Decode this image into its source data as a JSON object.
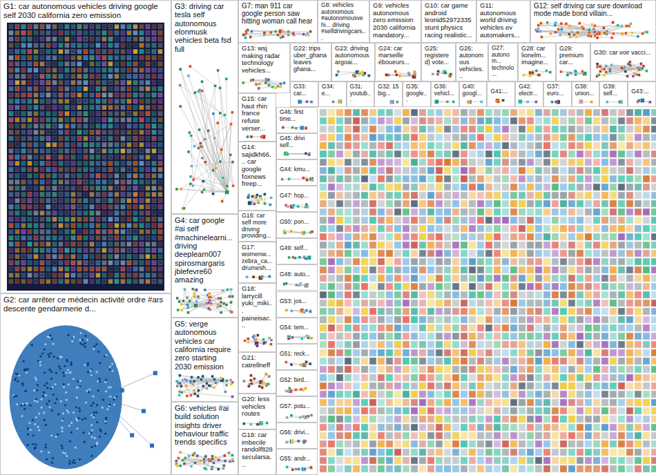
{
  "diagram": {
    "nodes": [
      {
        "text": [
          "G1: car autonomous vehicles driving google self 2030 california zero emission"
        ]
      },
      {
        "text": [
          "G3: driving car tesla self autonomous elonmusk vehicles beta fsd full"
        ]
      },
      {
        "text": [
          "G7: man 911 car google person saw hitting woman call hear"
        ]
      },
      {
        "text": [
          "G8: vehicles autonomous #autonomousvehi... driving #selfdrivingcars..."
        ]
      },
      {
        "text": [
          "G9: vehicles autonomous zero emission 2030 california mandatory..."
        ]
      },
      {
        "text": [
          "G10: car game android leonid52972335 stunt physics racing realistic..."
        ]
      },
      {
        "text": [
          "G11: autonomous world driving vehicles ev automakers..."
        ]
      },
      {
        "text": [
          "G12: self driving car sure download mode made bond villain..."
        ]
      },
      {
        "text": [
          "G13: wsj making radar technology vehicles..."
        ]
      },
      {
        "text": [
          "G22: trips uber_ghana leaves ghana..."
        ]
      },
      {
        "text": [
          "G23: driving autonomous argoai..."
        ]
      },
      {
        "text": [
          "G24: car marseille éboueurs..."
        ]
      },
      {
        "text": [
          "G25: registered) vote..."
        ]
      },
      {
        "text": [
          "G26: autonomous vehicles..."
        ]
      },
      {
        "text": [
          "G27: autonom... technolo..."
        ]
      },
      {
        "text": [
          "G28: car lionelm... imagine..."
        ]
      },
      {
        "text": [
          "G29: premium car..."
        ]
      },
      {
        "text": [
          "G30: car voir vacci..."
        ]
      },
      {
        "text": [
          "G33: car..."
        ]
      },
      {
        "text": [
          "G34: e..."
        ]
      },
      {
        "text": [
          "G31: youtub..."
        ]
      },
      {
        "text": [
          "G32: 15 big..."
        ]
      },
      {
        "text": [
          "G35: google..."
        ]
      },
      {
        "text": [
          "G36: vehicl..."
        ]
      },
      {
        "text": [
          "G40: googl..."
        ]
      },
      {
        "text": [
          "G41:..."
        ]
      },
      {
        "text": [
          "G42: electr..."
        ]
      },
      {
        "text": [
          "G37: euro..."
        ]
      },
      {
        "text": [
          "G38: union..."
        ]
      },
      {
        "text": [
          "G39: self..."
        ]
      },
      {
        "text": [
          "G43:..."
        ]
      },
      {
        "text": [
          "G15: car haut rhin france refuse verser..."
        ]
      },
      {
        "text": [
          "G14: sajidkh66... car google foxnews freep..."
        ]
      },
      {
        "text": [
          "G4: car google #ai self #machinelearni... driving deeplearn007 spirosmargaris jblefevre60 amazing"
        ]
      },
      {
        "text": [
          "G16: car self more driving providing..."
        ]
      },
      {
        "text": [
          "G17: womenw... zebra_ca... drumesh..."
        ]
      },
      {
        "text": [
          "G18: larrycill yuki_miki... paineisac..."
        ]
      },
      {
        "text": [
          "G5: verge autonomous vehicles car california require zero starting 2030 emission"
        ]
      },
      {
        "text": [
          "G21: catrellneff"
        ]
      },
      {
        "text": [
          "G6: vehicles #ai build solution insights driver behaviour traffic trends specifics"
        ]
      },
      {
        "text": [
          "G20: less vehicles routes"
        ]
      },
      {
        "text": [
          "G19: car imbecile randolf828 secularsa..."
        ]
      },
      {
        "text": [
          "G2: car arrêter ce médecin activité ordre #ars descente gendarmerie d..."
        ]
      },
      {
        "text": [
          "G46: first time..."
        ]
      },
      {
        "text": [
          "G45: drivi self..."
        ]
      },
      {
        "text": [
          "G44: kmu..."
        ]
      },
      {
        "text": [
          "G47: hop..."
        ]
      },
      {
        "text": [
          "G50: pon..."
        ]
      },
      {
        "text": [
          "G49: self..."
        ]
      },
      {
        "text": [
          "G48: auto..."
        ]
      },
      {
        "text": [
          "G53: jos..."
        ]
      },
      {
        "text": [
          "G54: tem..."
        ]
      },
      {
        "text": [
          "G51: reck..."
        ]
      },
      {
        "text": [
          "G52: bird..."
        ]
      },
      {
        "text": [
          "G57: potu..."
        ]
      },
      {
        "text": [
          "G56: drivi..."
        ]
      },
      {
        "text": [
          "G55: andr..."
        ]
      }
    ]
  }
}
